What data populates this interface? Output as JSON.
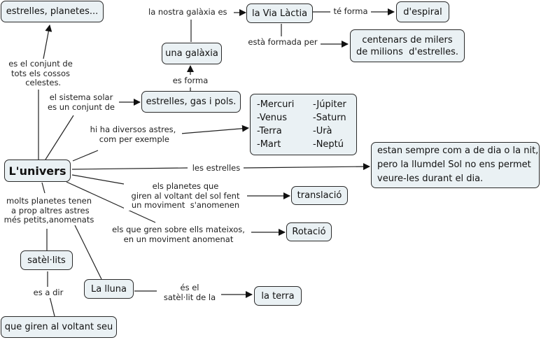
{
  "concept_map": {
    "nodes": {
      "estrelles_planetes": "estrelles, planetes...",
      "via_lactia": "la Via Làctia",
      "espiral": "d'espiral",
      "centenars": "centenars de milers\nde milions  d'estrelles.",
      "galaxia": "una galàxia",
      "estrelles_gas": "estrelles, gas i pols.",
      "planets": [
        "-Mercuri",
        "-Júpiter",
        "-Venus",
        "-Saturn",
        "-Terra",
        "-Urà",
        "-Mart",
        "-Neptú"
      ],
      "univers": "L'univers",
      "estrelles_info": "estan sempre com a de dia o la nit,\npero la llumdel Sol no ens permet\nveure-les durant el dia.",
      "translacio": "translació",
      "rotacio": "Rotació",
      "satellits": "satèl·lits",
      "lluna": "La lluna",
      "terra": "la terra",
      "giren": "que giren al voltant seu"
    },
    "links": {
      "conjunt_cossos": "es el conjunt de\ntots els cossos\n  celestes.",
      "nostra_galaxia": "la nostra galàxia es",
      "te_forma": "té forma",
      "formada_per": "està formada per",
      "es_forma": "es forma",
      "sistema_solar": "el sistema solar\nes un conjunt de",
      "diversos_astres": "hi ha diversos astres,\n com per exemple",
      "les_estrelles": "les estrelles",
      "planetes_giren": "els planetes que\ngiren al voltant del sol fent\nun moviment  s'anomenen",
      "molts_planetes": "molts planetes tenen\n a prop altres astres\nmés petits,anomenats",
      "gren_mateixos": "els que gren sobre ells mateixos,\nen un moviment anomenat",
      "es_a_dir": "es a dir",
      "satellit_de": "és el\nsatèl·lit de la"
    }
  },
  "colors": {
    "node_fill": "#eaf1f4",
    "node_border": "#2a2a2a",
    "line": "#222222"
  }
}
